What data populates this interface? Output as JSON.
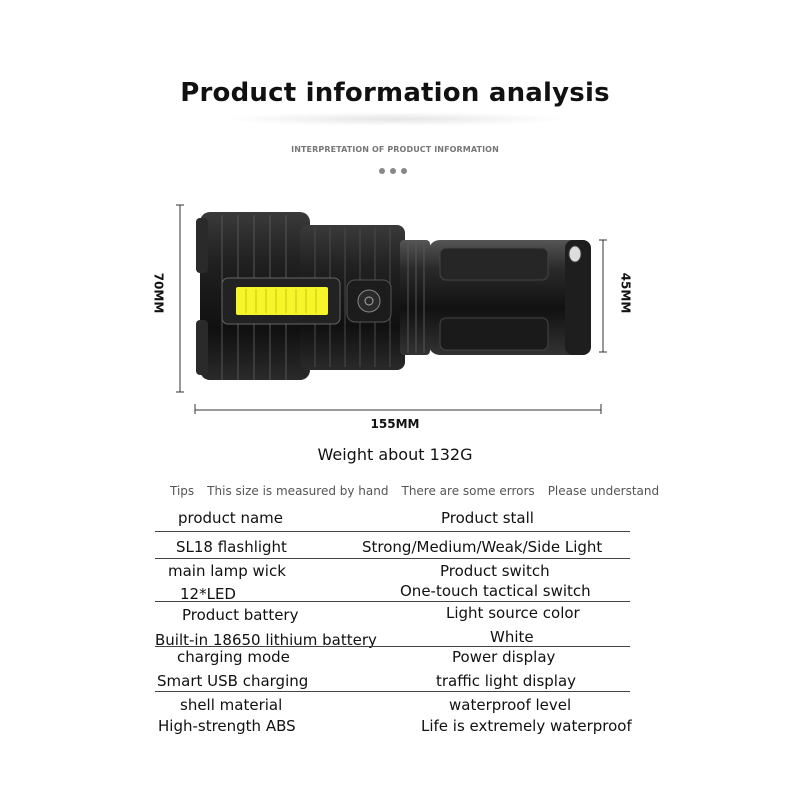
{
  "title": "Product information analysis",
  "subtitle": "INTERPRETATION OF PRODUCT INFORMATION",
  "dimensions": {
    "height": "70MM",
    "head": "45MM",
    "length": "155MM"
  },
  "weight": "Weight about 132G",
  "tips": [
    "Tips",
    "This size is measured by hand",
    "There are some errors",
    "Please understand"
  ],
  "table": {
    "left": [
      "product name",
      "SL18 flashlight",
      "main lamp wick",
      "12*LED",
      "Product battery",
      "Built-in 18650 lithium battery",
      "charging mode",
      "Smart USB charging",
      "shell material",
      "High-strength ABS"
    ],
    "right": [
      "Product stall",
      "Strong/Medium/Weak/Side Light",
      "Product switch",
      "One-touch tactical switch",
      "Light source color",
      "White",
      "Power display",
      "traffic light display",
      "waterproof level",
      "Life is extremely waterproof"
    ]
  },
  "colors": {
    "accent_cob": "#f5f52a",
    "body": "#1a1a1a"
  }
}
